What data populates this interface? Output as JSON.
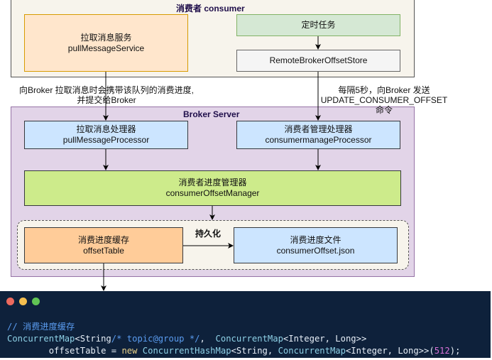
{
  "consumer": {
    "title": "消费者 consumer",
    "pull_service": {
      "line1": "拉取消息服务",
      "line2": "pullMessageService"
    },
    "timer_task": {
      "label": "定时任务"
    },
    "offset_store": {
      "label": "RemoteBrokerOffsetStore"
    }
  },
  "notes": {
    "pull_note_line1": "向Broker 拉取消息时会携带该队列的消费进度,",
    "pull_note_line2": "并提交给Broker",
    "update_note_line1": "每隔5秒，向Broker 发送",
    "update_note_line2": "UPDATE_CONSUMER_OFFSET",
    "update_note_line3": "命令"
  },
  "broker": {
    "title": "Broker Server",
    "pull_processor": {
      "line1": "拉取消息处理器",
      "line2": "pullMessageProcessor"
    },
    "manage_processor": {
      "line1": "消费者管理处理器",
      "line2": "consumermanageProcessor"
    },
    "offset_manager": {
      "line1": "消费者进度管理器",
      "line2": "consumerOffsetManager"
    },
    "offset_table": {
      "line1": "消费进度缓存",
      "line2": "offsetTable"
    },
    "persist_label": "持久化",
    "offset_file": {
      "line1": "消费进度文件",
      "line2": "consumerOffset.json"
    }
  },
  "code": {
    "window_dots": {
      "red": "#ed6a5e",
      "yellow": "#f5bf4f",
      "green": "#61c454"
    },
    "comment": "// 消费进度缓存",
    "line1": {
      "t1": "ConcurrentMap",
      "t2": "<String",
      "t3": "/* topic@group */",
      "t4": ",  ",
      "t5": "ConcurrentMap",
      "t6": "<Integer, Long>>"
    },
    "line2": {
      "indent": "        ",
      "t1": "offsetTable = ",
      "t2": "new",
      "t3": " ConcurrentHashMap",
      "t4": "<String, ",
      "t5": "ConcurrentMap",
      "t6": "<Integer, Long>>(",
      "t7": "512",
      "t8": ");"
    }
  }
}
